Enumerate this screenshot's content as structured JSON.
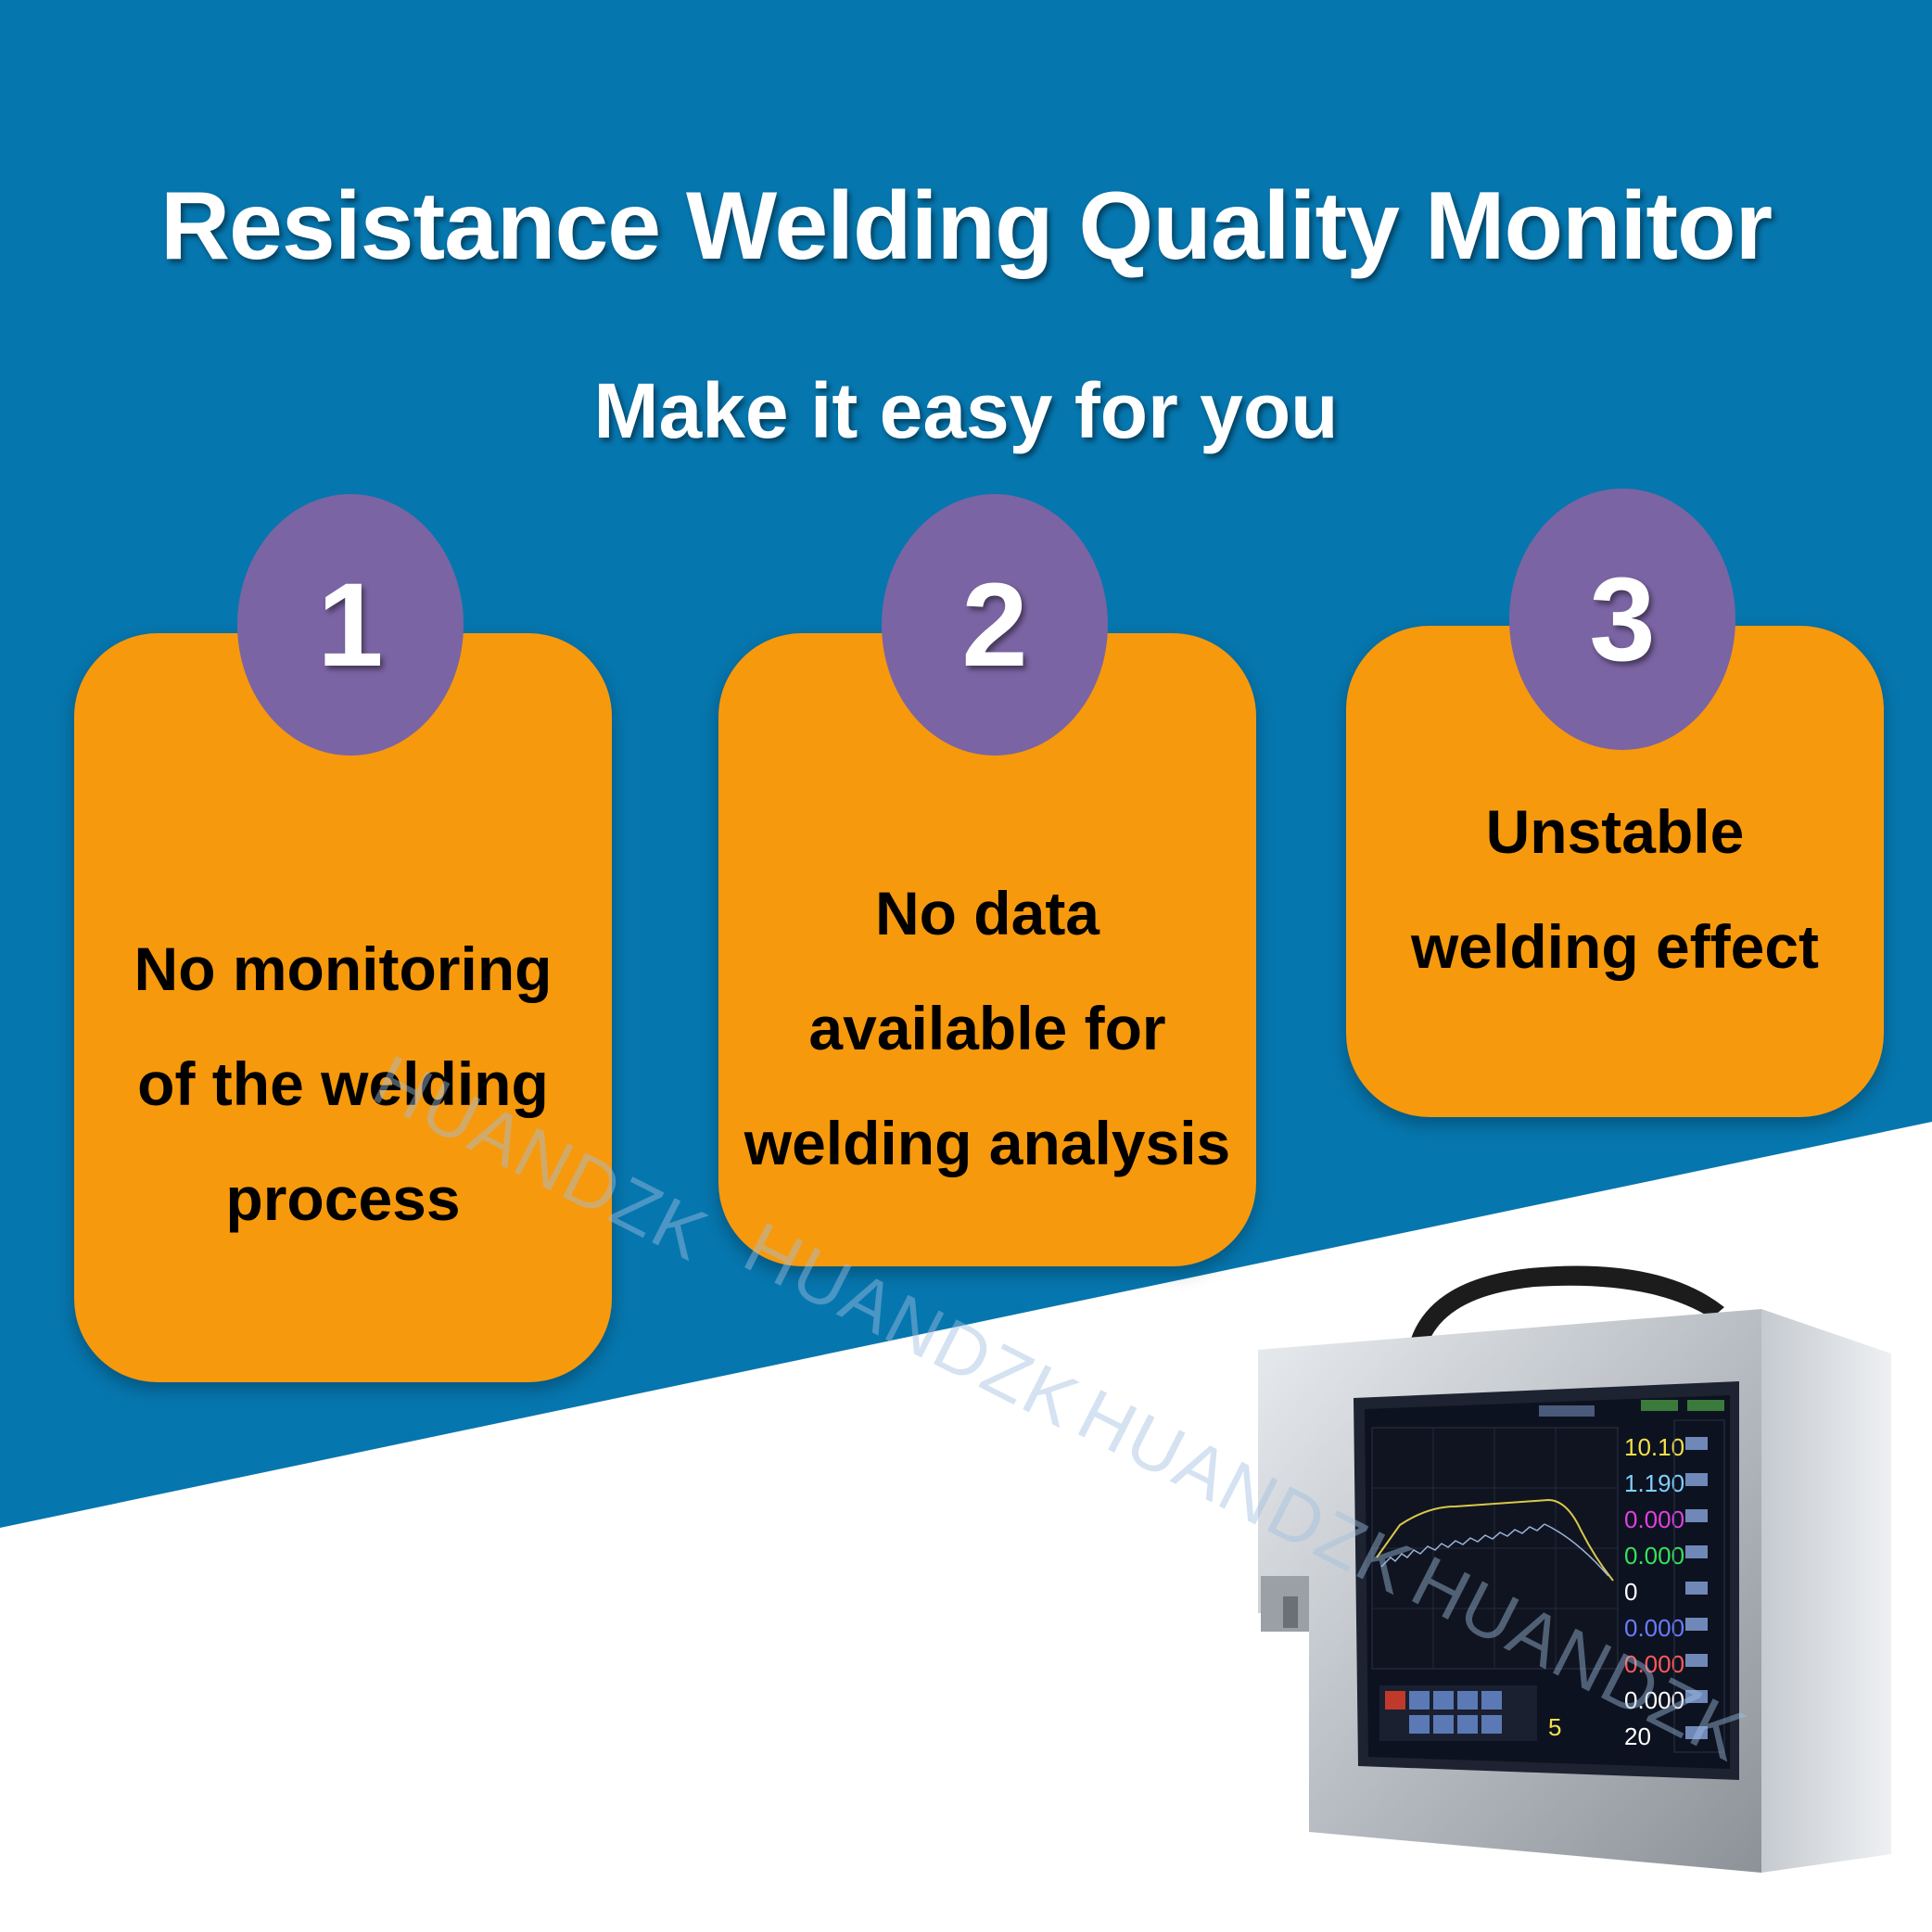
{
  "header": {
    "title": "Resistance Welding Quality Monitor",
    "subtitle": "Make it easy for you"
  },
  "cards": [
    {
      "number": "1",
      "lines": [
        "No monitoring",
        "of the welding",
        "process"
      ]
    },
    {
      "number": "2",
      "lines": [
        "No data",
        "available for",
        "welding analysis"
      ]
    },
    {
      "number": "3",
      "lines": [
        "Unstable",
        "welding effect"
      ]
    }
  ],
  "device": {
    "screen_title": "波形监测",
    "readouts": [
      "10.10",
      "1.190",
      "0.000",
      "0.000",
      "0",
      "0.000",
      "0.000",
      "0.000",
      "20"
    ],
    "readout_colors": [
      "#f2e14a",
      "#7fd0ff",
      "#e040e0",
      "#35e35a",
      "#ffffff",
      "#6a7cff",
      "#ff5a5a",
      "#ffffff",
      "#ffffff"
    ],
    "bottom_value": "5"
  },
  "watermark": "HUANDZK",
  "colors": {
    "background_blue": "#0676ae",
    "card_orange": "#f7990c",
    "badge_purple": "#7b64a3"
  }
}
